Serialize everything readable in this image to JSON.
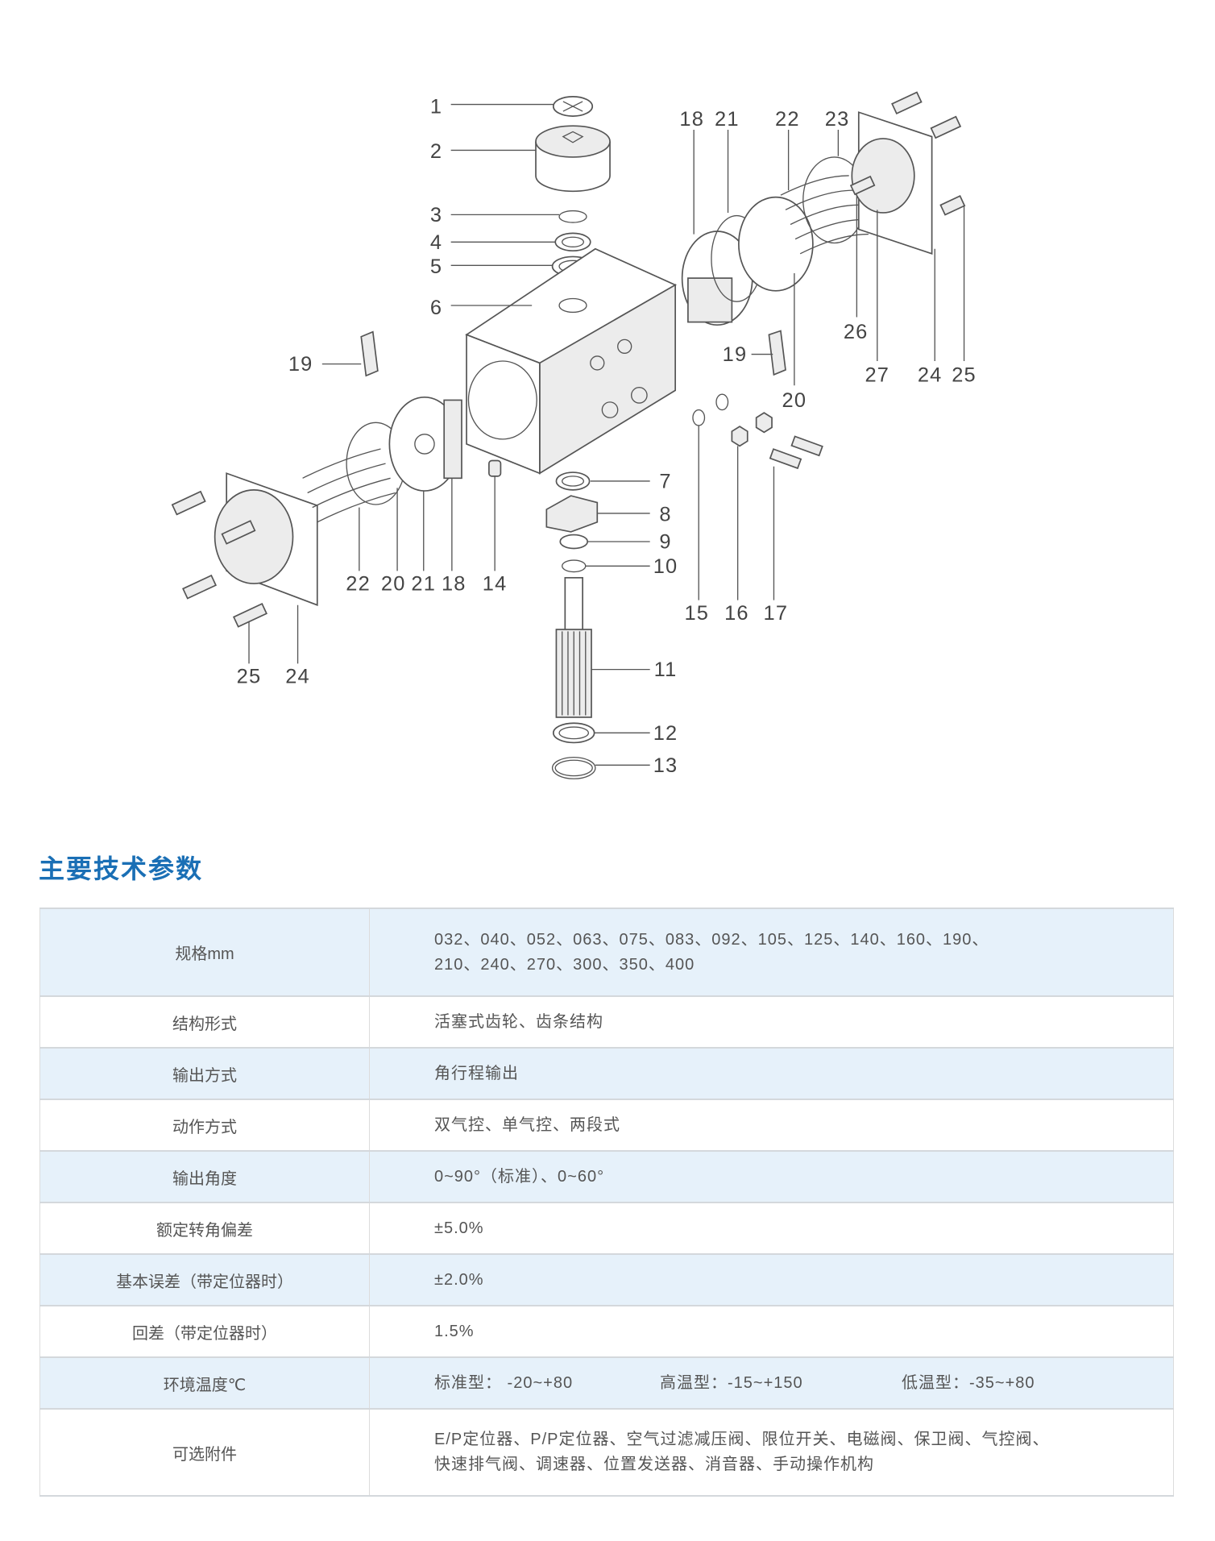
{
  "diagram": {
    "labels": [
      "1",
      "2",
      "3",
      "4",
      "5",
      "6",
      "19",
      "18",
      "21",
      "22",
      "23",
      "26",
      "27",
      "24",
      "25",
      "19",
      "20",
      "7",
      "8",
      "9",
      "10",
      "11",
      "12",
      "13",
      "15",
      "16",
      "17",
      "14",
      "22",
      "20",
      "21",
      "18",
      "25",
      "24"
    ]
  },
  "section_title": "主要技术参数",
  "colors": {
    "accent": "#1a6fb5",
    "row_blue": "#e6f1fa",
    "text": "#555555"
  },
  "spec_table": [
    {
      "key": "规格mm",
      "lines": [
        "032、040、052、063、075、083、092、105、125、140、160、190、",
        "210、240、270、300、350、400"
      ]
    },
    {
      "key": "结构形式",
      "lines": [
        "活塞式齿轮、齿条结构"
      ]
    },
    {
      "key": "输出方式",
      "lines": [
        "角行程输出"
      ]
    },
    {
      "key": "动作方式",
      "lines": [
        "双气控、单气控、两段式"
      ]
    },
    {
      "key": "输出角度",
      "lines": [
        "0~90°（标准）、0~60°"
      ]
    },
    {
      "key": "额定转角偏差",
      "lines": [
        "±5.0%"
      ]
    },
    {
      "key": "基本误差（带定位器时）",
      "lines": [
        "±2.0%"
      ]
    },
    {
      "key": "回差（带定位器时）",
      "lines": [
        "1.5%"
      ]
    },
    {
      "key": "环境温度℃",
      "parts": [
        "标准型：  -20~+80",
        "高温型：-15~+150",
        "低温型：-35~+80"
      ]
    },
    {
      "key": "可选附件",
      "lines": [
        "E/P定位器、P/P定位器、空气过滤减压阀、限位开关、电磁阀、保卫阀、气控阀、",
        "快速排气阀、调速器、位置发送器、消音器、手动操作机构"
      ]
    }
  ]
}
